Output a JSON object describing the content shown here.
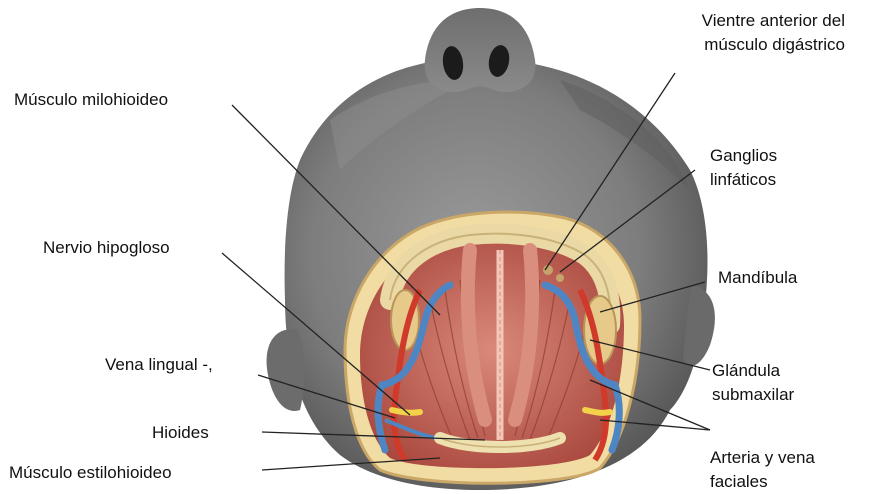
{
  "labels": {
    "vientre": [
      "Vientre anterior del",
      "músculo digástrico"
    ],
    "milohioideo": "Músculo milohioideo",
    "ganglios": [
      "Ganglios",
      "linfáticos"
    ],
    "hipogloso": "Nervio hipogloso",
    "mandibula": "Mandíbula",
    "vena_lingual": "Vena lingual -,",
    "glandula": [
      "Glándula",
      "submaxilar"
    ],
    "hioides": "Hioides",
    "arteria": [
      "Arteria y vena",
      "faciales"
    ],
    "estilohioideo": "Músculo estilohioideo"
  },
  "colors": {
    "skin": "#7b7b7b",
    "muscle": "#c86a5c",
    "bone": "#ead9a4",
    "vein": "#4e86c4",
    "artery": "#cf3a2a",
    "nerve": "#f2d24a"
  }
}
